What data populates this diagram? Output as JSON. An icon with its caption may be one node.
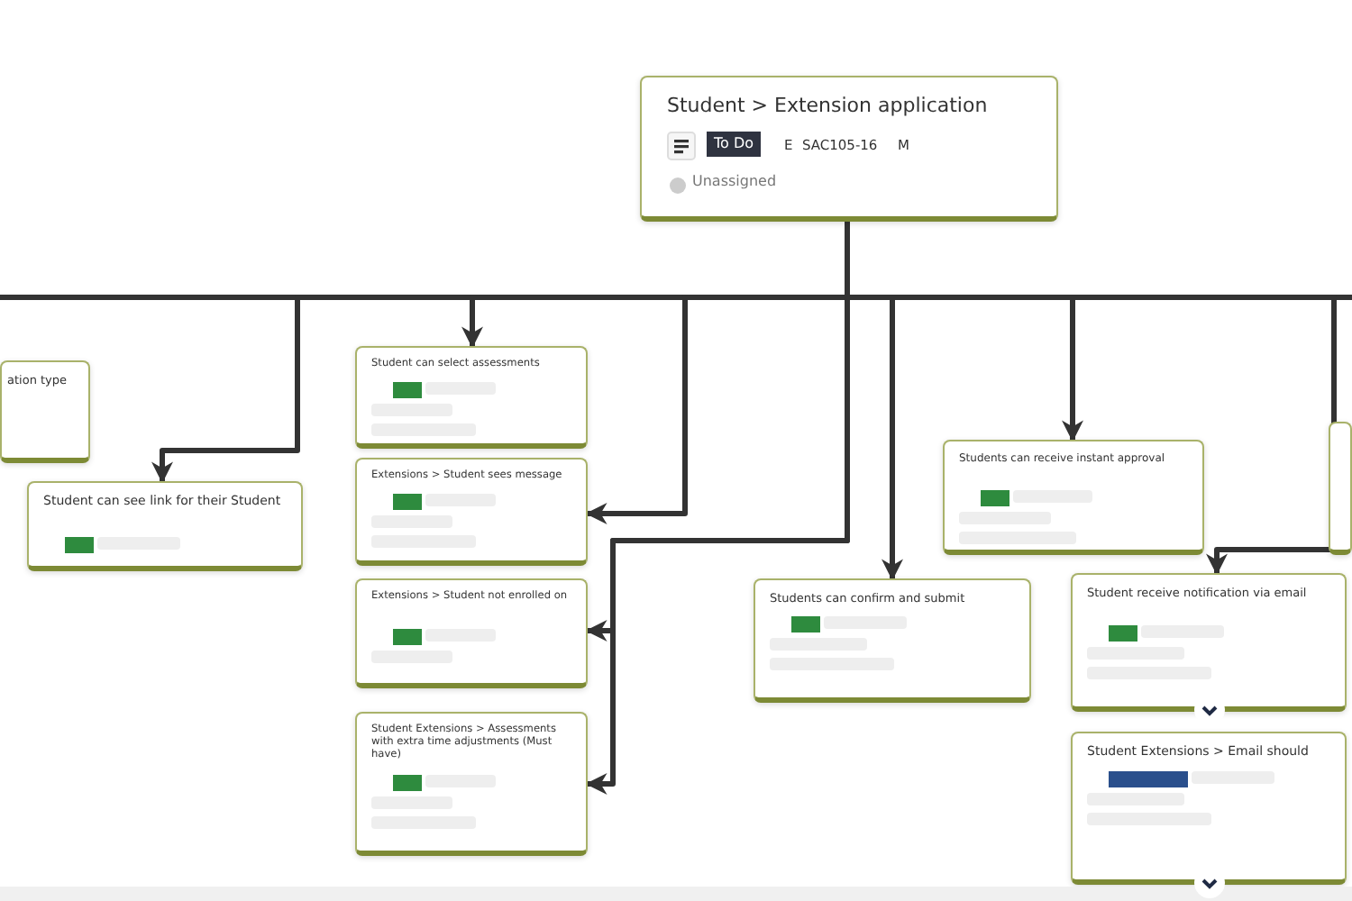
{
  "diagram": {
    "nodes": [
      {
        "text": [
          "Student > Extension application",
          "To Do",
          "E",
          "SAC105-16",
          "M",
          "Unassigned"
        ]
      },
      {
        "text": [
          "ation type"
        ]
      },
      {
        "text": [
          "Student can see link for their Student"
        ]
      },
      {
        "text": [
          "Student can select assessments"
        ]
      },
      {
        "text": [
          "Extensions > Student sees message"
        ]
      },
      {
        "text": [
          "Extensions > Student not enrolled on"
        ]
      },
      {
        "text": [
          "Student Extensions > Assessments with extra time adjustments (Must have)"
        ]
      },
      {
        "text": [
          "Students can confirm and submit"
        ]
      },
      {
        "text": [
          "Students can receive instant approval"
        ]
      },
      {
        "text": [
          "Student receive notification via email"
        ]
      },
      {
        "text": [
          "Student Extensions > Email should"
        ]
      },
      {
        "text": [],
        "shape": "box"
      }
    ],
    "edges": [
      {
        "from": 0,
        "to": 2,
        "arrow": "to"
      },
      {
        "from": 0,
        "to": 3,
        "arrow": "to"
      },
      {
        "from": 0,
        "to": 4,
        "arrow": "to"
      },
      {
        "from": 0,
        "to": 5,
        "arrow": "to"
      },
      {
        "from": 0,
        "to": 6,
        "arrow": "to"
      },
      {
        "from": 0,
        "to": 7,
        "arrow": "to"
      },
      {
        "from": 0,
        "to": 8,
        "arrow": "to"
      },
      {
        "from": 0,
        "to": 9,
        "arrow": "to"
      }
    ]
  }
}
